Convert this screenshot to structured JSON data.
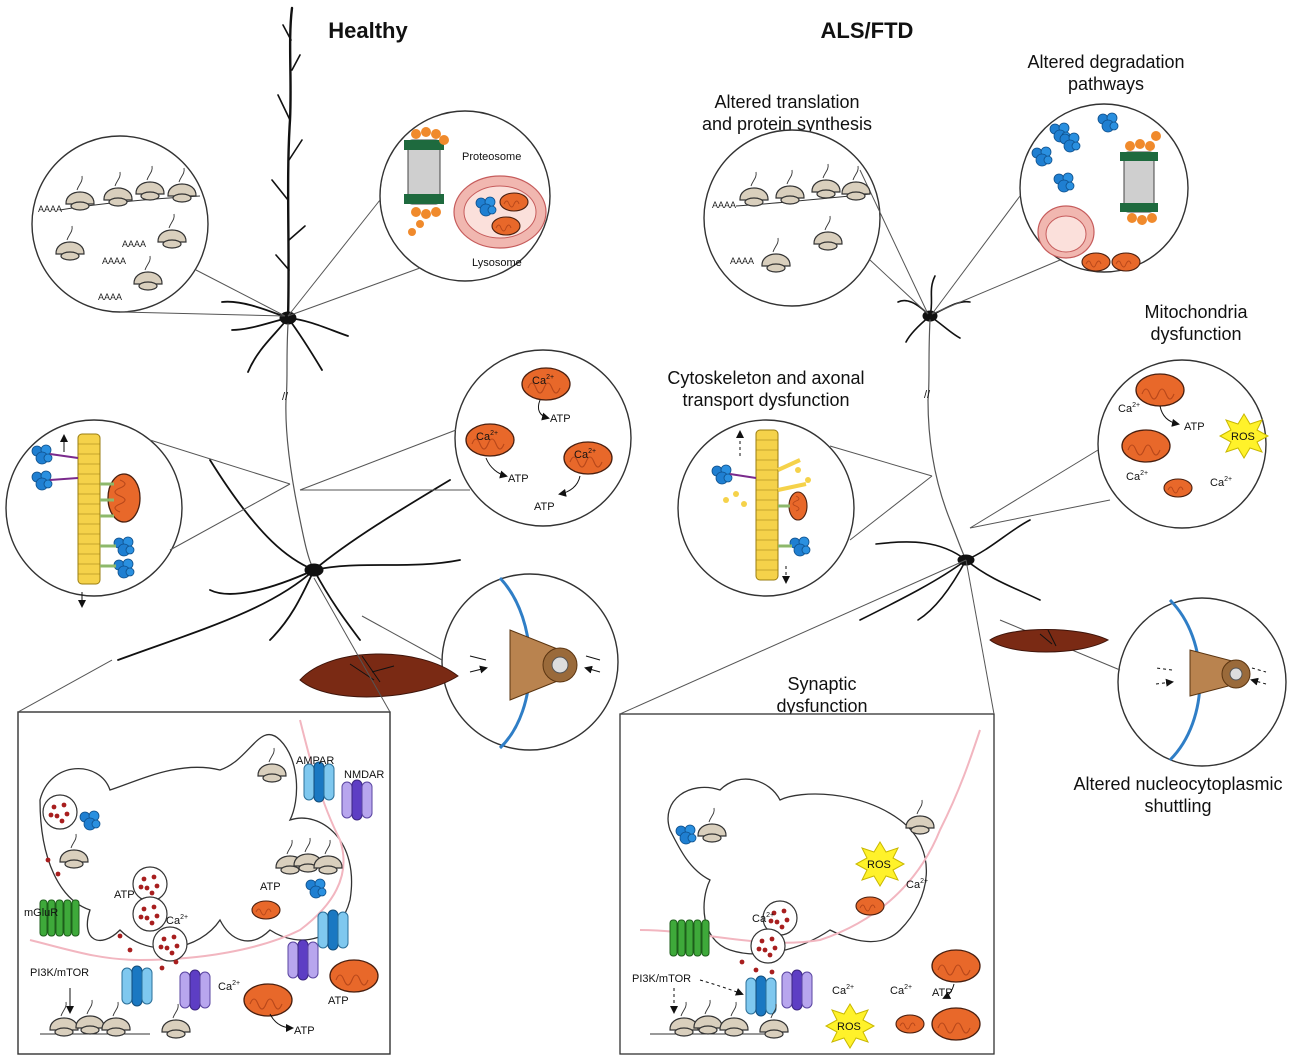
{
  "headings": {
    "healthy": "Healthy",
    "disease": "ALS/FTD"
  },
  "captions": {
    "translation_1": "Altered translation",
    "translation_2": "and protein synthesis",
    "degradation_1": "Altered degradation",
    "degradation_2": "pathways",
    "mito_1": "Mitochondria",
    "mito_2": "dysfunction",
    "cyto_1": "Cytoskeleton and axonal",
    "cyto_2": "transport dysfunction",
    "synaptic_1": "Synaptic",
    "synaptic_2": "dysfunction",
    "nucleo_1": "Altered nucleocytoplasmic",
    "nucleo_2": "shuttling"
  },
  "labels": {
    "proteosome": "Proteosome",
    "lysosome": "Lysosome",
    "atp": "ATP",
    "ca": "Ca",
    "ca_sup": "2+",
    "ros": "ROS",
    "polya": "AAAA",
    "ampar": "AMPAR",
    "nmdar": "NMDAR",
    "mglur": "mGluR",
    "pi3k": "PI3K/mTOR"
  },
  "colors": {
    "ribosome": "#d9cfbd",
    "mitochondria": "#e8682a",
    "proteasome_green": "#1e6a3e",
    "proteasome_orange": "#f08a2c",
    "lysosome": "#f1b7b0",
    "aggregate_blue": "#1f7fd1",
    "microtubule": "#f5d24a",
    "muscle": "#7a2a14",
    "membrane_pink": "#f2b6c0",
    "ros_yellow": "#fff22a",
    "ampar": "#7fc8ef",
    "nmdar": "#8c6ed8",
    "mglur": "#3ea93a",
    "vesicle_dot": "#a81e1e"
  }
}
